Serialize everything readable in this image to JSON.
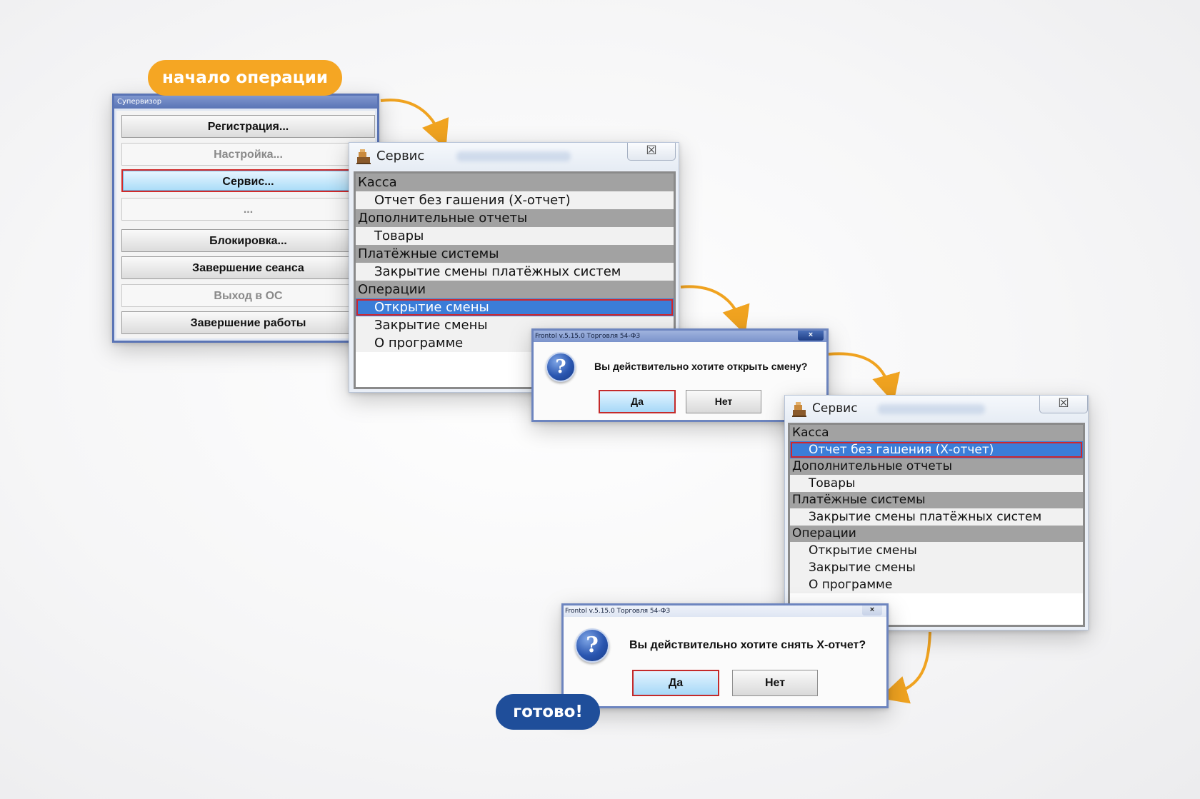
{
  "labels": {
    "start": "начало операции",
    "done": "готово!"
  },
  "supervisor": {
    "title": "Супервизор",
    "buttons": [
      {
        "label": "Регистрация..."
      },
      {
        "label": "Настройка..."
      },
      {
        "label": "Сервис..."
      },
      {
        "label": "..."
      },
      {
        "label": "Блокировка..."
      },
      {
        "label": "Завершение сеанса"
      },
      {
        "label": "Выход в ОС"
      },
      {
        "label": "Завершение работы"
      }
    ]
  },
  "service1": {
    "title": "Сервис",
    "close": "☒",
    "rows": [
      {
        "text": "Касса"
      },
      {
        "text": "Отчет без гашения (Х-отчет)"
      },
      {
        "text": "Дополнительные отчеты"
      },
      {
        "text": "Товары"
      },
      {
        "text": "Платёжные системы"
      },
      {
        "text": "Закрытие смены платёжных систем"
      },
      {
        "text": "Операции"
      },
      {
        "text": "Открытие смены"
      },
      {
        "text": "Закрытие смены"
      },
      {
        "text": "О программе"
      }
    ]
  },
  "dialog1": {
    "title": "Frontol v.5.15.0 Торговля 54-ФЗ",
    "close": "×",
    "icon": "?",
    "message": "Вы действительно хотите открыть смену?",
    "yes": "Да",
    "no": "Нет"
  },
  "service2": {
    "title": "Сервис",
    "close": "☒",
    "rows": [
      {
        "text": "Касса"
      },
      {
        "text": "Отчет без гашения (Х-отчет)"
      },
      {
        "text": "Дополнительные отчеты"
      },
      {
        "text": "Товары"
      },
      {
        "text": "Платёжные системы"
      },
      {
        "text": "Закрытие смены платёжных систем"
      },
      {
        "text": "Операции"
      },
      {
        "text": "Открытие смены"
      },
      {
        "text": "Закрытие смены"
      },
      {
        "text": "О программе"
      }
    ]
  },
  "dialog2": {
    "title": "Frontol v.5.15.0 Торговля 54-ФЗ",
    "close": "×",
    "icon": "?",
    "message": "Вы действительно хотите снять Х-отчет?",
    "yes": "Да",
    "no": "Нет"
  },
  "colors": {
    "accent_orange": "#f5a623",
    "accent_blue": "#1f4e9a",
    "selection": "#3b7dd8",
    "highlight_border": "#d0262c"
  }
}
